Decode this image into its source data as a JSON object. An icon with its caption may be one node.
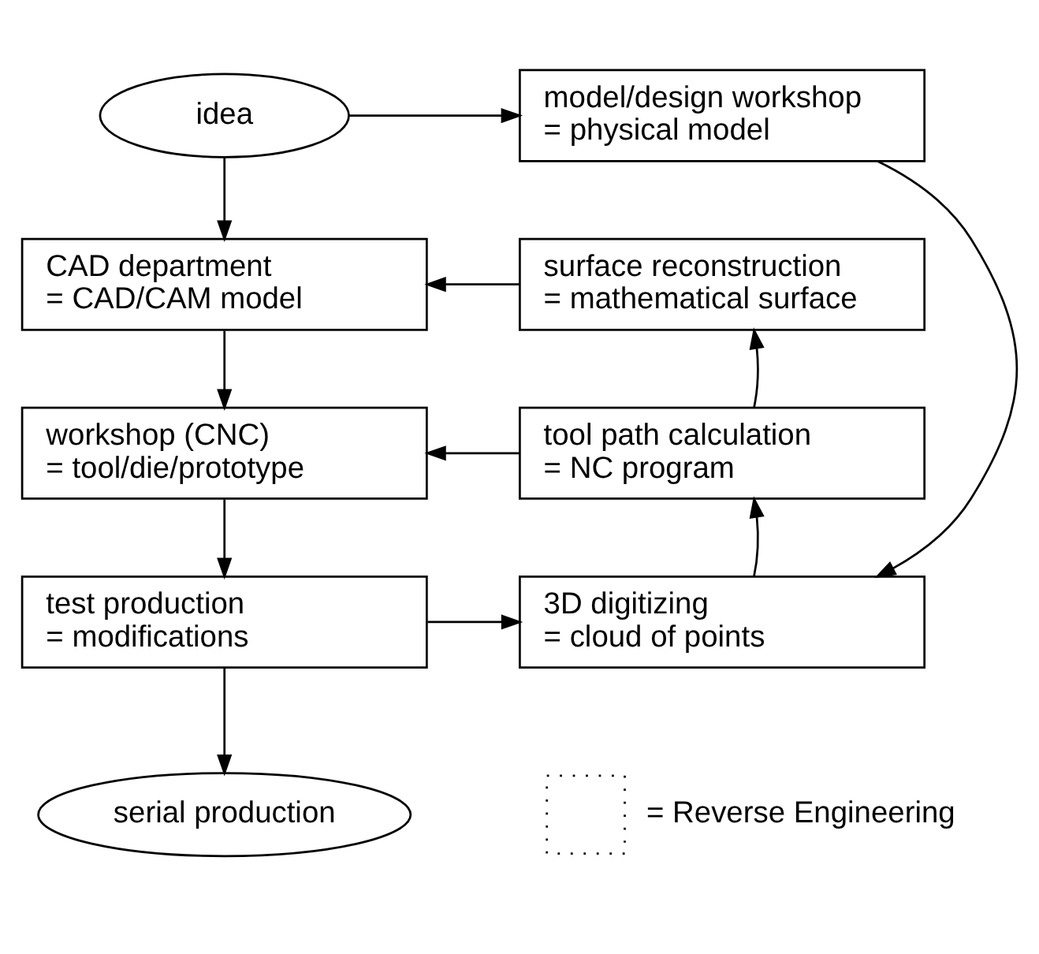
{
  "diagram": {
    "nodes": [
      {
        "text": [
          "idea"
        ]
      },
      {
        "text": [
          "model/design workshop",
          "= physical model"
        ]
      },
      {
        "text": [
          "CAD department",
          "= CAD/CAM model"
        ]
      },
      {
        "text": [
          "surface reconstruction",
          "= mathematical surface"
        ]
      },
      {
        "text": [
          "workshop (CNC)",
          "= tool/die/prototype"
        ]
      },
      {
        "text": [
          "tool path calculation",
          "= NC program"
        ]
      },
      {
        "text": [
          "test production",
          "= modifications"
        ]
      },
      {
        "text": [
          "3D digitizing",
          "= cloud of points"
        ]
      },
      {
        "text": [
          "serial production"
        ]
      }
    ],
    "edges": [
      {
        "from": 0,
        "to": 1,
        "arrow": "to"
      },
      {
        "from": 0,
        "to": 2,
        "arrow": "to"
      },
      {
        "from": 3,
        "to": 2,
        "arrow": "to"
      },
      {
        "from": 2,
        "to": 4,
        "arrow": "to"
      },
      {
        "from": 5,
        "to": 3,
        "arrow": "to"
      },
      {
        "from": 5,
        "to": 4,
        "arrow": "to"
      },
      {
        "from": 4,
        "to": 6,
        "arrow": "to"
      },
      {
        "from": 7,
        "to": 5,
        "arrow": "to"
      },
      {
        "from": 6,
        "to": 7,
        "arrow": "to"
      },
      {
        "from": 1,
        "to": 7,
        "arrow": "to"
      },
      {
        "from": 6,
        "to": 8,
        "arrow": "to"
      }
    ],
    "legend": [
      {
        "text": "= Reverse Engineering"
      }
    ]
  }
}
